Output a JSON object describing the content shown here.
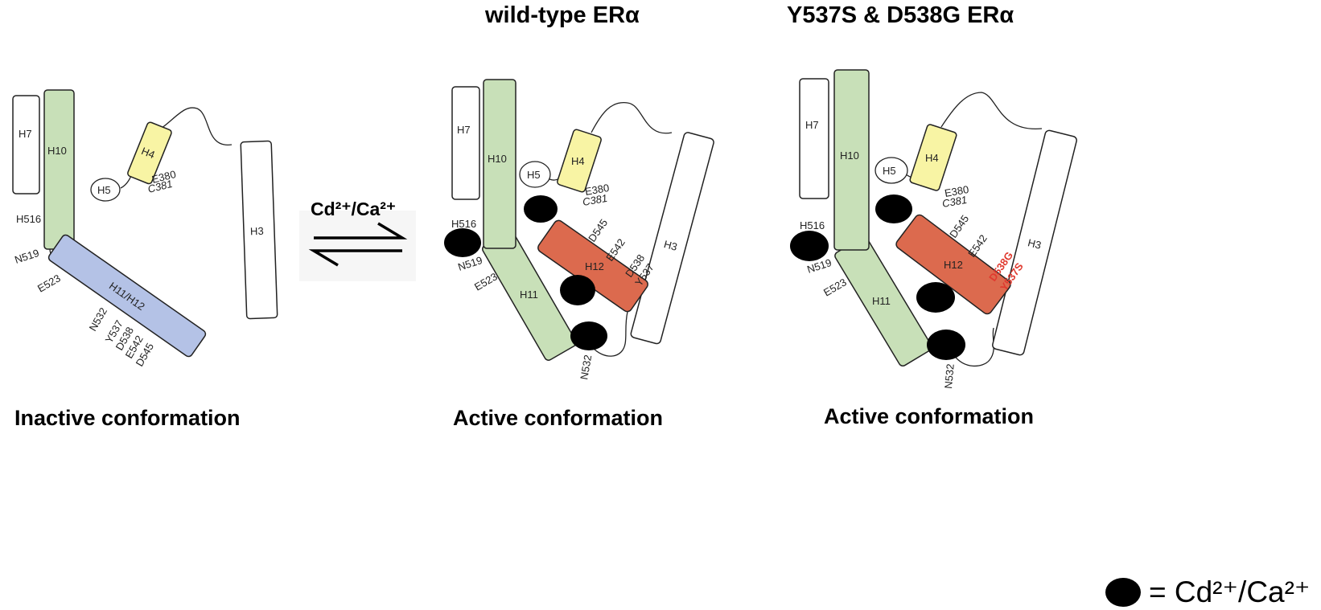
{
  "titles": {
    "wild_type": "wild-type ERα",
    "mutant": "Y537S & D538G ERα"
  },
  "captions": {
    "inactive": "Inactive conformation",
    "active_wt": "Active conformation",
    "active_mut": "Active conformation"
  },
  "equilibrium": {
    "label": "Cd²⁺/Ca²⁺"
  },
  "legend": {
    "text": "= Cd²⁺/Ca²⁺"
  },
  "colors": {
    "h10_h11": "#c8e0b8",
    "h4": "#f8f4a4",
    "h11_h12_inactive": "#b4c2e6",
    "h12_active": "#dc6a4e",
    "ion": "#000000",
    "mutation_text": "#e03a2f",
    "outline": "#222222"
  },
  "inactive": {
    "helices": {
      "h7": "H7",
      "h10": "H10",
      "h4": "H4",
      "h5": "H5",
      "h3": "H3",
      "h11_h12": "H11/H12"
    },
    "residues": {
      "e380": "E380",
      "c381": "C381",
      "h516": "H516",
      "n519": "N519",
      "e523": "E523",
      "n532": "N532",
      "y537": "Y537",
      "d538": "D538",
      "e542": "E542",
      "d545": "D545"
    }
  },
  "wt": {
    "helices": {
      "h7": "H7",
      "h10": "H10",
      "h4": "H4",
      "h5": "H5",
      "h3": "H3",
      "h11": "H11",
      "h12": "H12"
    },
    "residues": {
      "e380": "E380",
      "c381": "C381",
      "h516": "H516",
      "n519": "N519",
      "e523": "E523",
      "n532": "N532",
      "d545": "D545",
      "e542": "E542",
      "d538": "D538",
      "y537": "Y537"
    }
  },
  "mut": {
    "helices": {
      "h7": "H7",
      "h10": "H10",
      "h4": "H4",
      "h5": "H5",
      "h3": "H3",
      "h11": "H11",
      "h12": "H12"
    },
    "residues": {
      "e380": "E380",
      "c381": "C381",
      "h516": "H516",
      "n519": "N519",
      "e523": "E523",
      "n532": "N532",
      "d545": "D545",
      "e542": "E542",
      "d538g": "D538G",
      "y537s": "Y537S"
    }
  }
}
